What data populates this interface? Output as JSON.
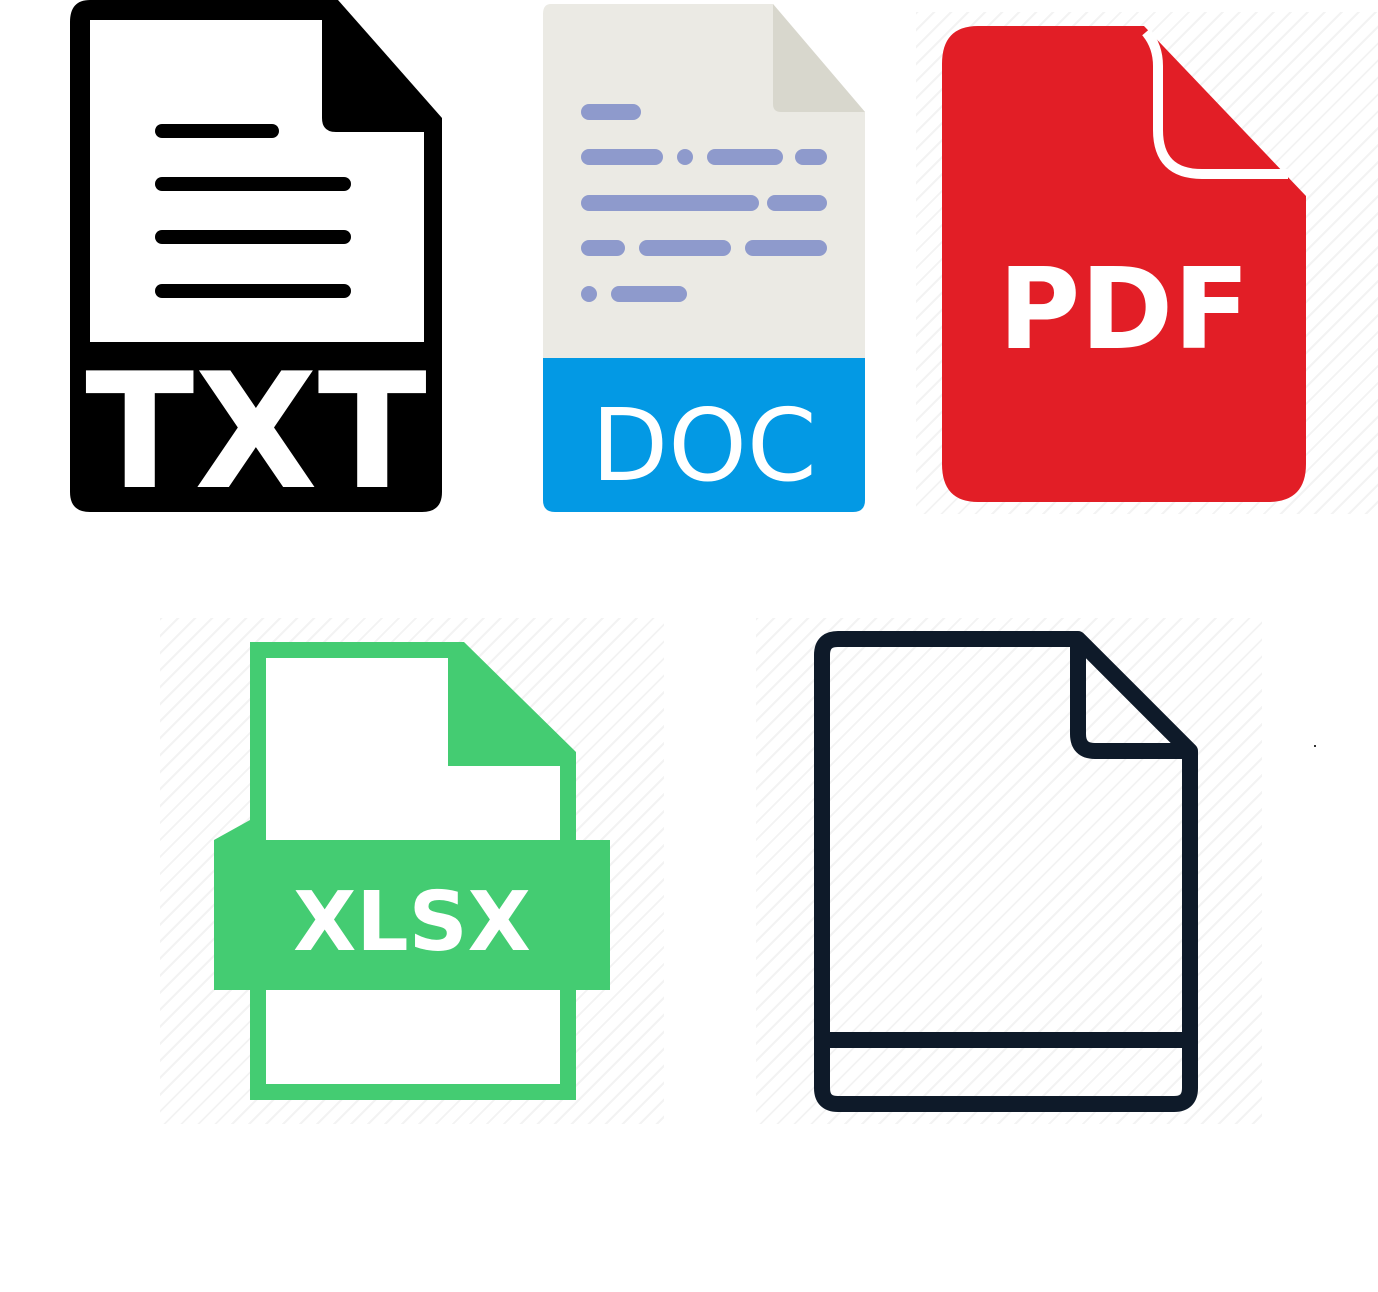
{
  "icons": {
    "txt": {
      "label": "TXT",
      "icon": "txt-file-icon",
      "color": "#000000"
    },
    "doc": {
      "label": "DOC",
      "icon": "doc-file-icon",
      "color": "#0399E4"
    },
    "pdf": {
      "label": "PDF",
      "icon": "pdf-file-icon",
      "color": "#E21E26"
    },
    "xlsx": {
      "label": "XLSX",
      "icon": "xlsx-file-icon",
      "color": "#44CC72"
    },
    "blank": {
      "label": "",
      "icon": "blank-file-icon",
      "color": "#0E1A29"
    }
  }
}
